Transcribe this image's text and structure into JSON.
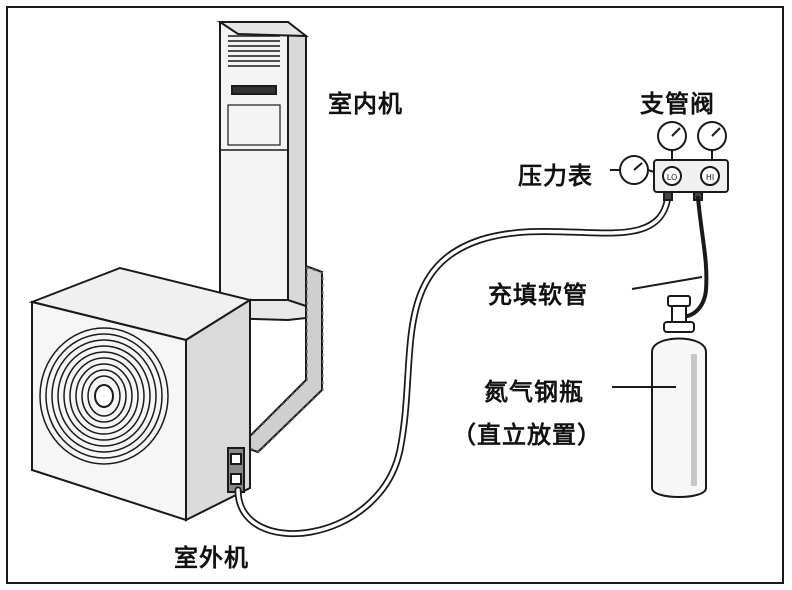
{
  "labels": {
    "indoor_unit": "室内机",
    "manifold_valve": "支管阀",
    "pressure_gauge": "压力表",
    "charging_hose": "充填软管",
    "nitrogen_cylinder": "氮气钢瓶",
    "cylinder_note": "（直立放置）",
    "outdoor_unit": "室外机"
  },
  "gauge_marks": {
    "low": "LO",
    "high": "HI"
  },
  "colors": {
    "line": "#1a1a1a",
    "fill": "#ffffff",
    "shade": "#cfcfcf",
    "dark_shade": "#8a8a8a"
  }
}
